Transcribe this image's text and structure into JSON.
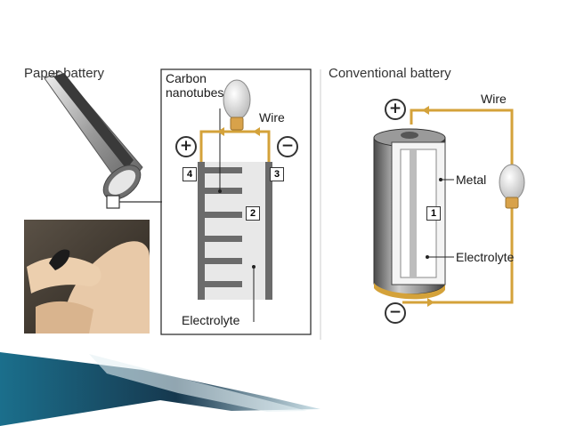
{
  "paper_battery": {
    "title": "Paper battery",
    "carbon_label_line1": "Carbon",
    "carbon_label_line2": "nanotubes",
    "wire_label": "Wire",
    "plus": "+",
    "minus": "−",
    "num_4": "4",
    "num_3": "3",
    "num_2": "2",
    "electrolyte_label": "Electrolyte"
  },
  "conventional_battery": {
    "title": "Conventional battery",
    "wire_label": "Wire",
    "plus": "+",
    "minus": "−",
    "metal_label": "Metal",
    "num_1": "1",
    "electrolyte_label": "Electrolyte"
  },
  "colors": {
    "wire": "#d4a23a",
    "frame": "#333333",
    "slide_accent": "#1a6f8a"
  }
}
